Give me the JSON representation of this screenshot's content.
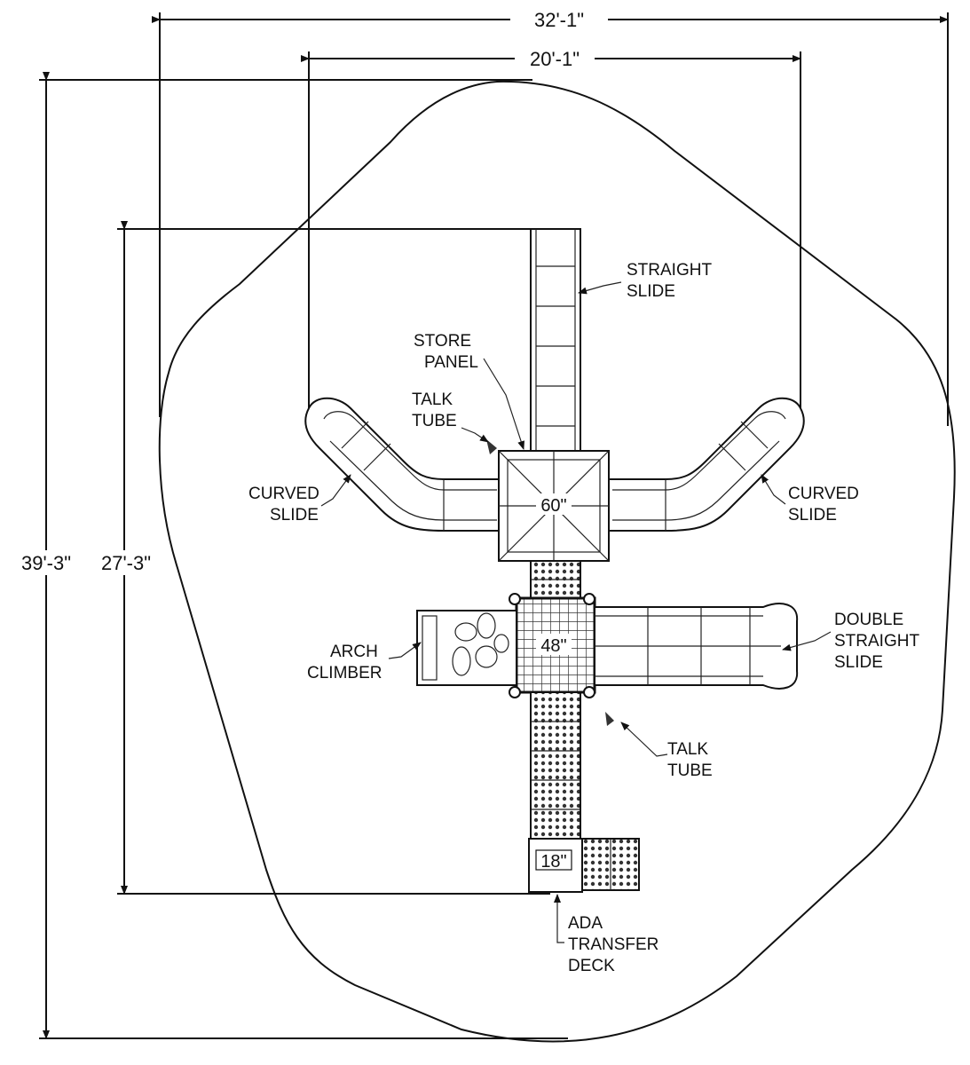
{
  "colors": {
    "line": "#111111",
    "background": "#ffffff",
    "deck_fill": "#555555"
  },
  "dimensions": {
    "overall_width": "32'-1\"",
    "inner_width": "20'-1\"",
    "overall_depth": "39'-3\"",
    "inner_depth": "27'-3\""
  },
  "deck_sizes": {
    "main_deck": "60\"",
    "mid_deck": "48\"",
    "transfer_deck": "18\""
  },
  "callouts": {
    "straight_slide": [
      "STRAIGHT",
      "SLIDE"
    ],
    "store_panel": [
      "STORE",
      "PANEL"
    ],
    "talk_tube_upper": [
      "TALK",
      "TUBE"
    ],
    "curved_slide_left": [
      "CURVED",
      "SLIDE"
    ],
    "curved_slide_right": [
      "CURVED",
      "SLIDE"
    ],
    "double_straight_slide": [
      "DOUBLE",
      "STRAIGHT",
      "SLIDE"
    ],
    "arch_climber": [
      "ARCH",
      "CLIMBER"
    ],
    "talk_tube_lower": [
      "TALK",
      "TUBE"
    ],
    "ada_transfer_deck": [
      "ADA",
      "TRANSFER",
      "DECK"
    ]
  }
}
